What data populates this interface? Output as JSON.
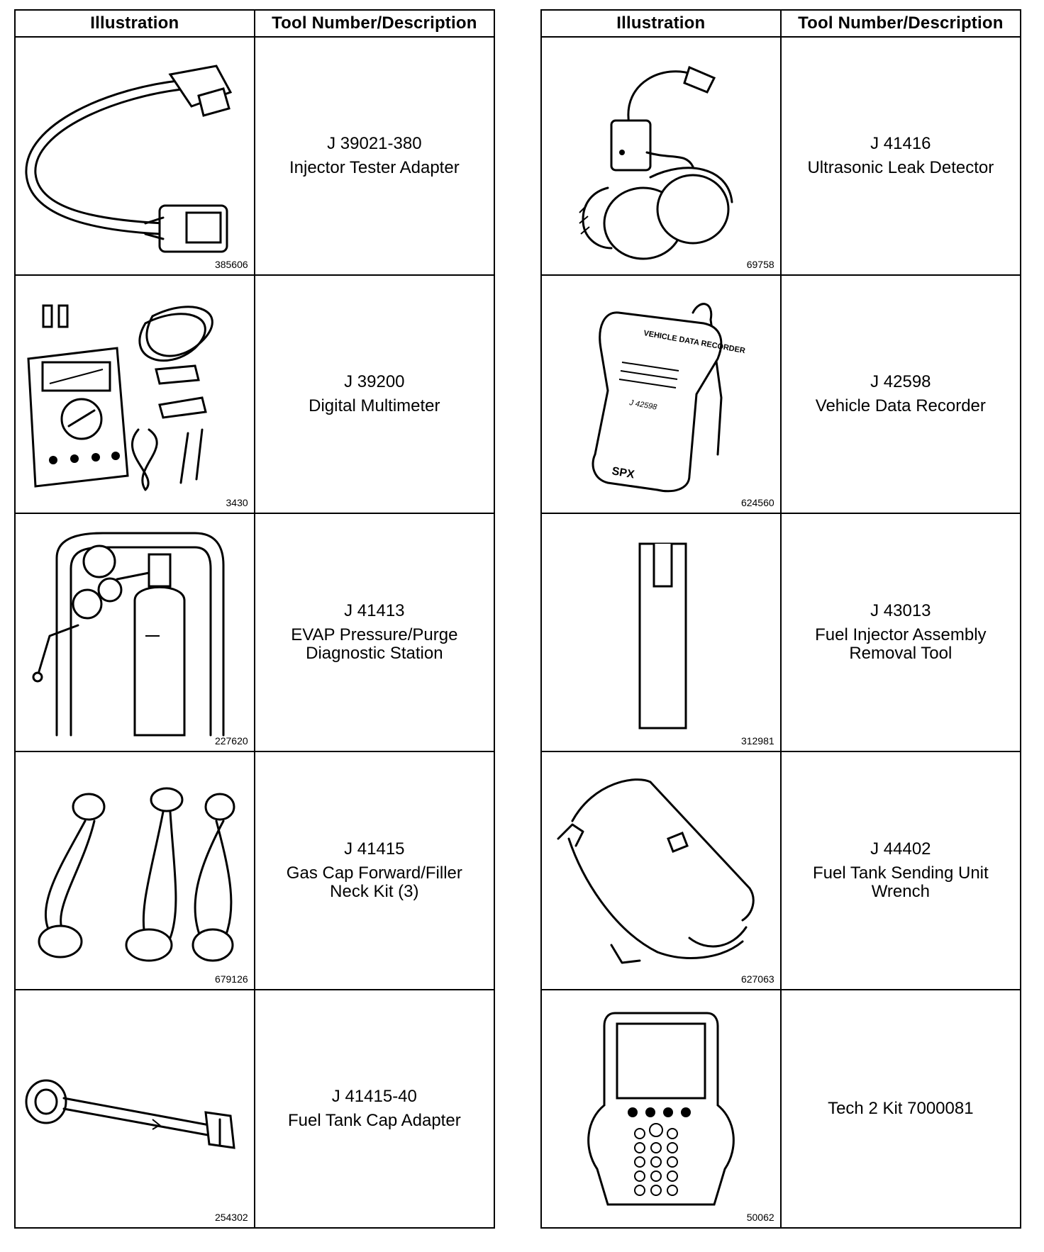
{
  "headers": {
    "illustration": "Illustration",
    "description": "Tool Number/Description"
  },
  "left": [
    {
      "figure": "385606",
      "number": "J 39021-380",
      "name": "Injector Tester Adapter",
      "icon": "injector-tester-adapter-icon"
    },
    {
      "figure": "3430",
      "number": "J 39200",
      "name": "Digital Multimeter",
      "icon": "digital-multimeter-icon"
    },
    {
      "figure": "227620",
      "number": "J 41413",
      "name": "EVAP Pressure/Purge Diagnostic Station",
      "icon": "evap-station-icon"
    },
    {
      "figure": "679126",
      "number": "J 41415",
      "name": "Gas Cap Forward/Filler Neck Kit (3)",
      "icon": "gas-cap-kit-icon"
    },
    {
      "figure": "254302",
      "number": "J 41415-40",
      "name": "Fuel Tank Cap Adapter",
      "icon": "fuel-tank-cap-adapter-icon"
    }
  ],
  "right": [
    {
      "figure": "69758",
      "number": "J  41416",
      "name": "Ultrasonic Leak Detector",
      "icon": "ultrasonic-leak-detector-icon"
    },
    {
      "figure": "624560",
      "number": "J 42598",
      "name": "Vehicle Data Recorder",
      "icon": "vehicle-data-recorder-icon"
    },
    {
      "figure": "312981",
      "number": "J 43013",
      "name": "Fuel Injector Assembly Removal Tool",
      "icon": "injector-removal-tool-icon"
    },
    {
      "figure": "627063",
      "number": "J 44402",
      "name": "Fuel Tank Sending Unit Wrench",
      "icon": "sending-unit-wrench-icon"
    },
    {
      "figure": "50062",
      "number": "",
      "name": "Tech 2 Kit 7000081",
      "icon": "tech2-scan-tool-icon"
    }
  ],
  "drawing_text": {
    "vdr_label": "VEHICLE DATA RECORDER",
    "vdr_model": "J 42598",
    "vdr_brand": "SPX"
  }
}
